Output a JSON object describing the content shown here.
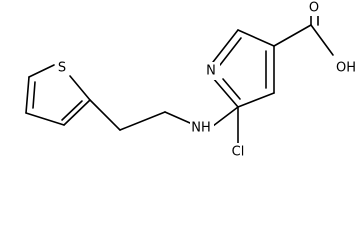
{
  "structure": {
    "atoms": {
      "sulfur": "S",
      "nitrogen_ring": "N",
      "amine": "NH",
      "chlorine": "Cl",
      "hydroxyl": "OH",
      "oxygen_carbonyl": "O"
    }
  },
  "colors": {
    "bond": "#000000",
    "label": "#000000",
    "background": "#ffffff"
  }
}
